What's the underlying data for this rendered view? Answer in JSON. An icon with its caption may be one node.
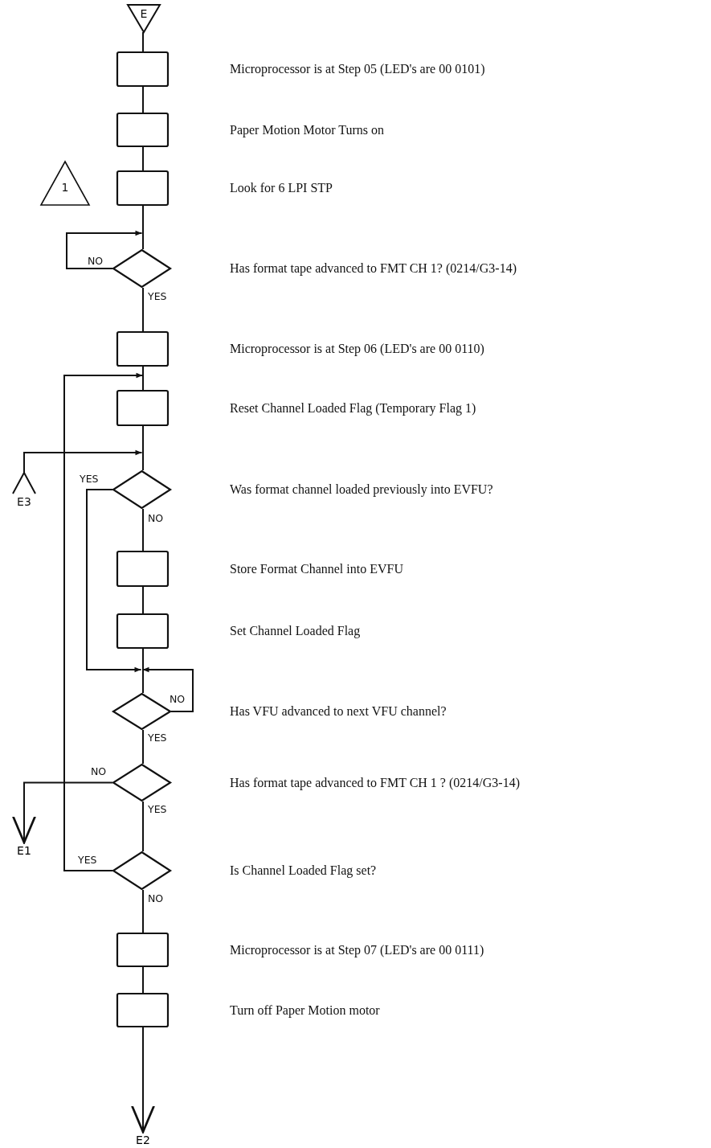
{
  "diagram": {
    "nodes": [
      {
        "text": [
          "E"
        ]
      },
      {
        "text": [],
        "shape": "box"
      },
      {
        "text": [],
        "shape": "box"
      },
      {
        "text": [
          "1"
        ]
      },
      {
        "text": [],
        "shape": "box"
      },
      {
        "text": [],
        "shape": "diamond"
      },
      {
        "text": [],
        "shape": "box"
      },
      {
        "text": [],
        "shape": "box"
      },
      {
        "text": [
          "E3"
        ]
      },
      {
        "text": [],
        "shape": "diamond"
      },
      {
        "text": [],
        "shape": "box"
      },
      {
        "text": [],
        "shape": "box"
      },
      {
        "text": [],
        "shape": "diamond"
      },
      {
        "text": [],
        "shape": "diamond"
      },
      {
        "text": [
          "E1"
        ]
      },
      {
        "text": [],
        "shape": "diamond"
      },
      {
        "text": [],
        "shape": "box"
      },
      {
        "text": [],
        "shape": "box"
      },
      {
        "text": [
          "E2"
        ]
      }
    ],
    "edges": [
      {
        "from": 0,
        "to": 1,
        "arrow": "none"
      },
      {
        "from": 1,
        "to": 2,
        "arrow": "none"
      },
      {
        "from": 2,
        "to": 4,
        "arrow": "none"
      },
      {
        "from": 4,
        "to": 5,
        "arrow": "none"
      },
      {
        "from": 5,
        "to": 5,
        "arrow": "to",
        "label": "NO"
      },
      {
        "from": 5,
        "to": 6,
        "arrow": "none",
        "label": "YES"
      },
      {
        "from": 6,
        "to": 7,
        "arrow": "none"
      },
      {
        "from": 7,
        "to": 9,
        "arrow": "none"
      },
      {
        "from": 8,
        "to": 9,
        "arrow": "to"
      },
      {
        "from": 9,
        "to": 10,
        "arrow": "none",
        "label": "NO"
      },
      {
        "from": 9,
        "to": 12,
        "arrow": "to",
        "label": "YES"
      },
      {
        "from": 10,
        "to": 11,
        "arrow": "none"
      },
      {
        "from": 11,
        "to": 12,
        "arrow": "none"
      },
      {
        "from": 12,
        "to": 12,
        "arrow": "to",
        "label": "NO"
      },
      {
        "from": 12,
        "to": 13,
        "arrow": "none",
        "label": "YES"
      },
      {
        "from": 13,
        "to": 14,
        "arrow": "to",
        "label": "NO"
      },
      {
        "from": 13,
        "to": 15,
        "arrow": "none",
        "label": "YES"
      },
      {
        "from": 15,
        "to": 7,
        "arrow": "to",
        "label": "YES"
      },
      {
        "from": 15,
        "to": 16,
        "arrow": "none",
        "label": "NO"
      },
      {
        "from": 16,
        "to": 17,
        "arrow": "none"
      },
      {
        "from": 17,
        "to": 18,
        "arrow": "to"
      }
    ],
    "labels": [
      "Microprocessor is at Step 05 (LED's are 00 0101)",
      "Paper Motion Motor Turns on",
      "Look for 6 LPI STP",
      "Has format tape advanced to FMT CH 1? (0214/G3-14)",
      "Microprocessor is at Step 06 (LED's are 00 0110)",
      "Reset Channel Loaded Flag (Temporary Flag 1)",
      "Was format channel loaded previously into EVFU?",
      "Store Format Channel into EVFU",
      "Set Channel Loaded Flag",
      "Has VFU advanced to next VFU channel?",
      "Has format tape advanced to FMT CH 1 ? (0214/G3-14)",
      "Is Channel Loaded Flag set?",
      "Microprocessor is at Step 07 (LED's are 00 0111)",
      "Turn off Paper Motion motor"
    ]
  }
}
